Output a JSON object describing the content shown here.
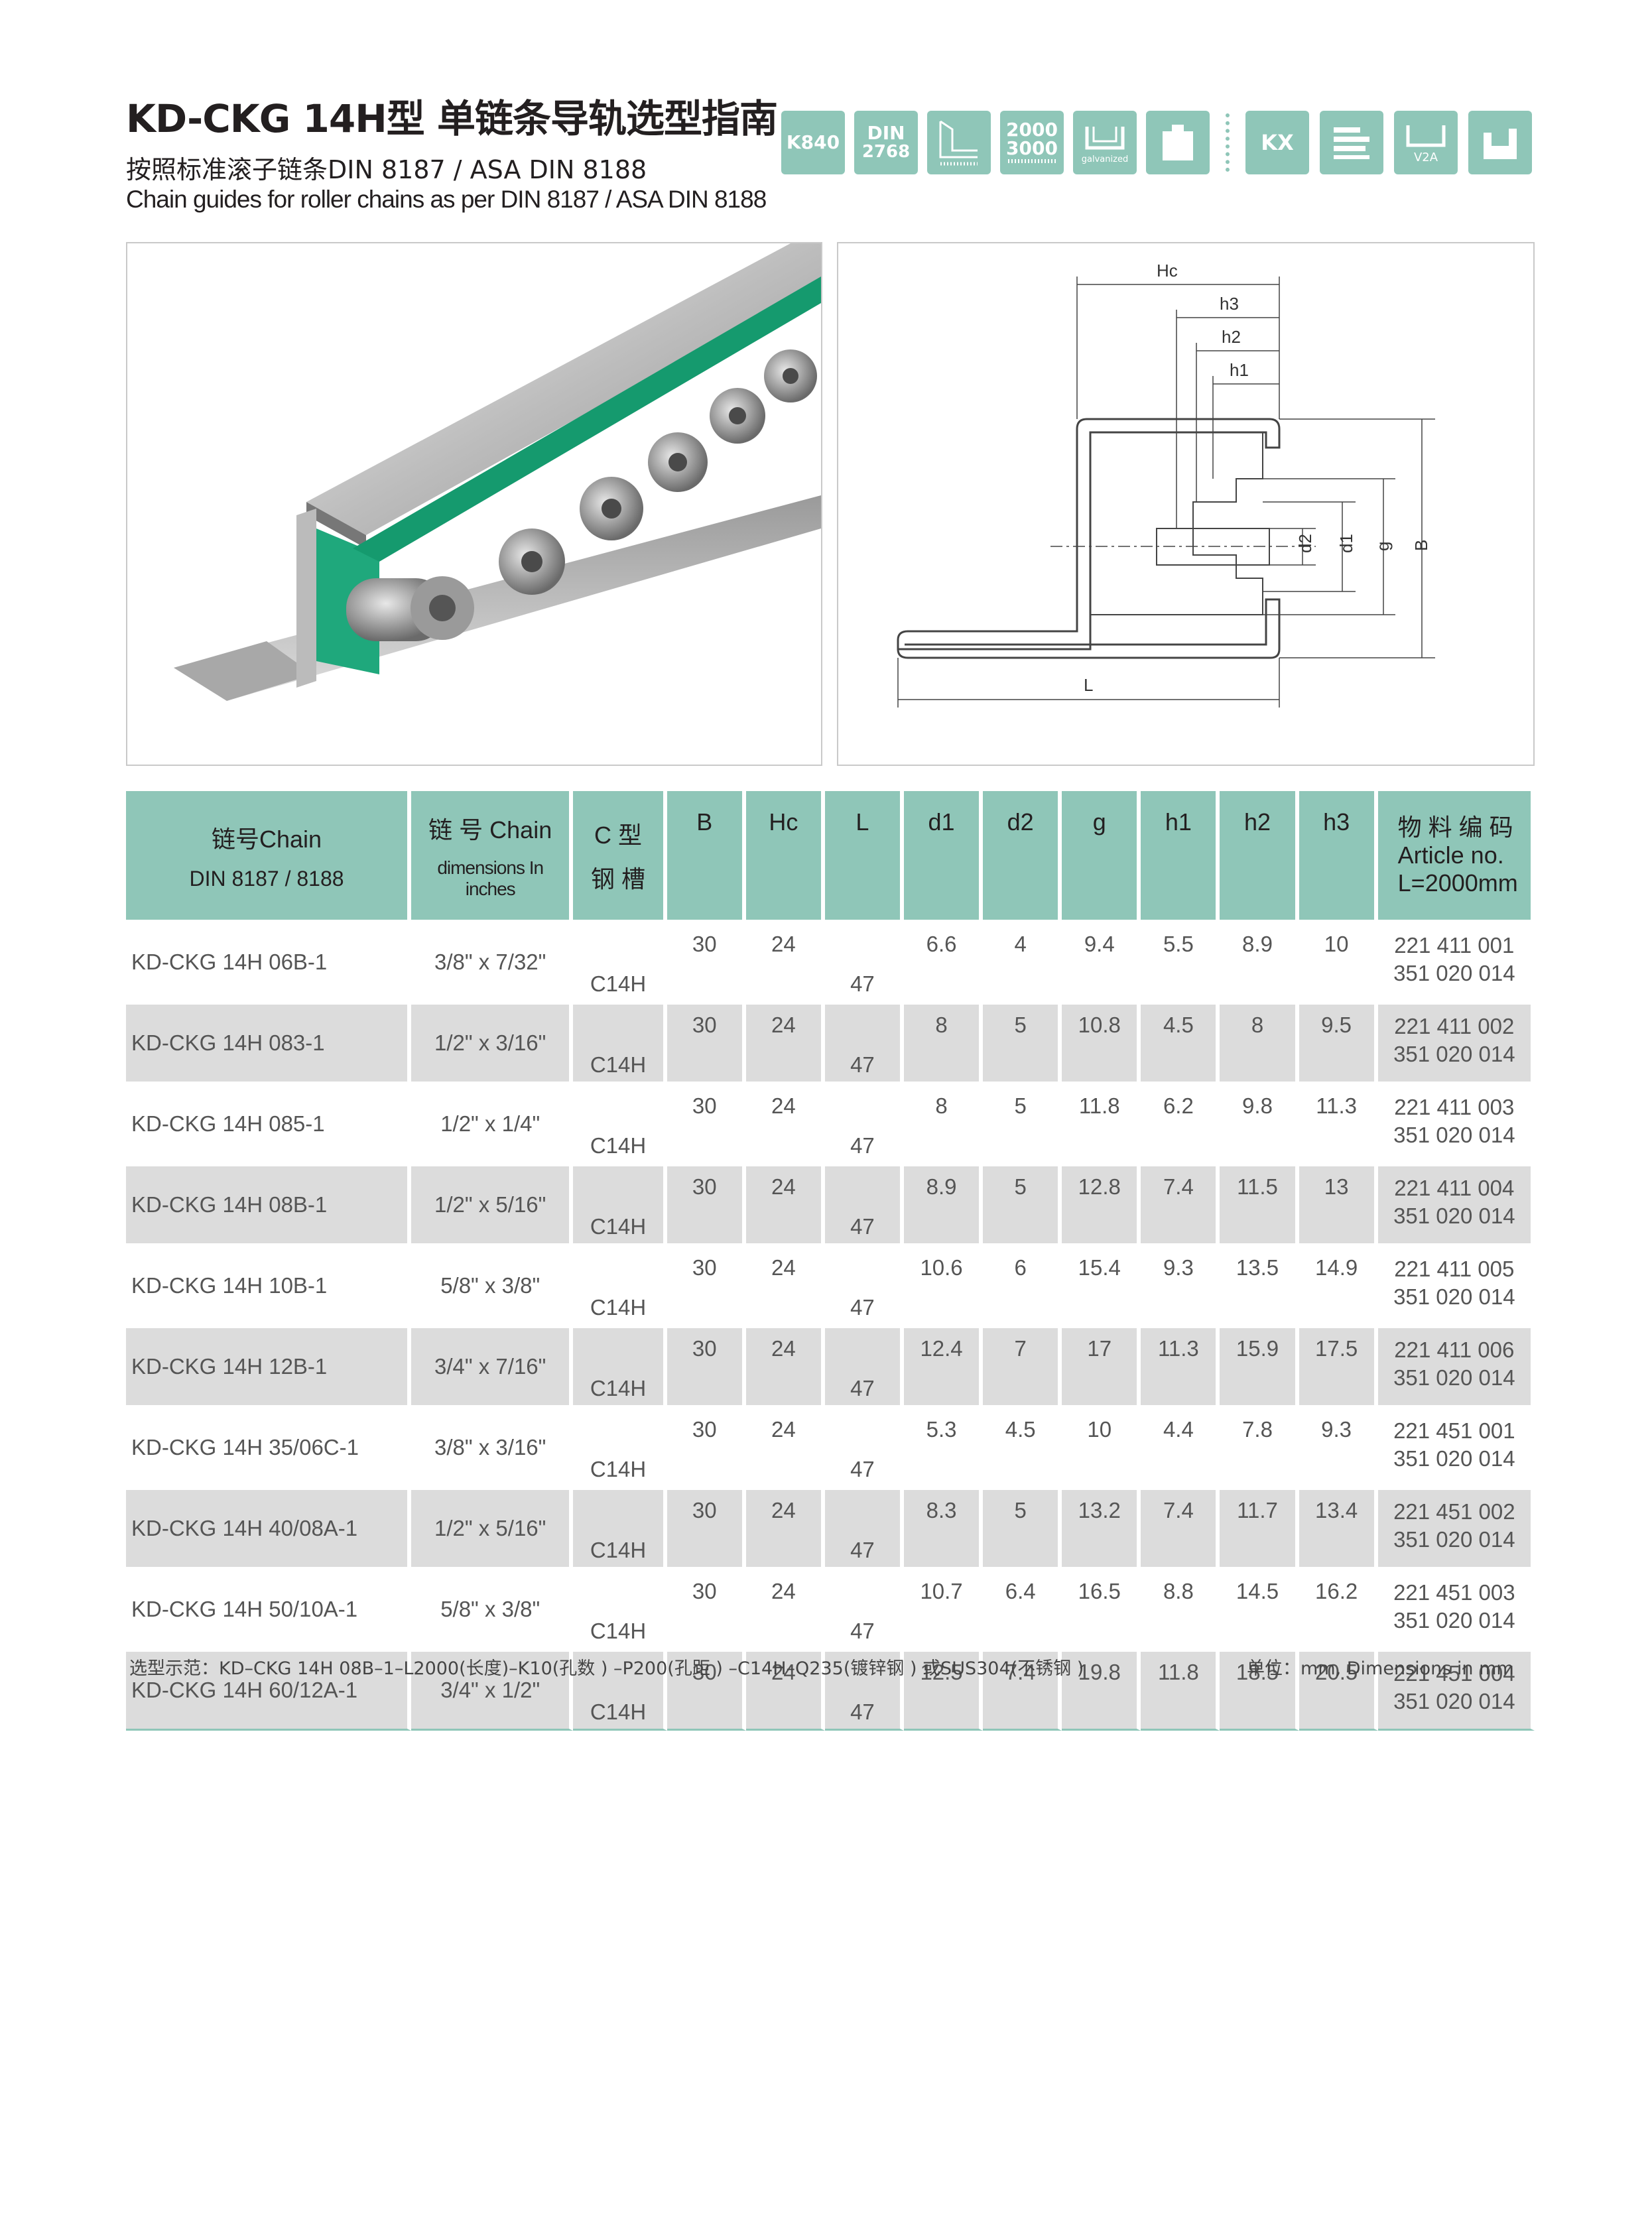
{
  "title": "KD-CKG 14H型 单链条导轨选型指南",
  "subtitle_cn": "按照标准滚子链条DIN 8187 / ASA DIN 8188",
  "subtitle_en": "Chain guides for roller chains as per DIN 8187 / ASA DIN 8188",
  "badges": {
    "k840": "K840",
    "din_top": "DIN",
    "din_bottom": "2768",
    "len_top": "2000",
    "len_bottom": "3000",
    "galvanized": "galvanized",
    "kx": "KX",
    "v2a": "V2A",
    "icon_names": [
      "profile-icon",
      "length-icon",
      "galvanized-icon",
      "weight-icon",
      "stack-icon",
      "v2a-icon",
      "mount-icon"
    ],
    "color": "#8fc6b8"
  },
  "diagram_labels": {
    "hc": "Hc",
    "h3": "h3",
    "h2": "h2",
    "h1": "h1",
    "d2": "d2",
    "d1": "d1",
    "g": "g",
    "b": "B",
    "l": "L"
  },
  "table": {
    "headers": {
      "chain_1": "链号Chain",
      "chain_2": "DIN 8187 / 8188",
      "dim_1": "链 号 Chain",
      "dim_2": "dimensions In inches",
      "c_1": "C 型",
      "c_2": "钢 槽",
      "b": "B",
      "hc": "Hc",
      "l": "L",
      "d1": "d1",
      "d2": "d2",
      "g": "g",
      "h1": "h1",
      "h2": "h2",
      "h3": "h3",
      "art_1": "物 料 编 码",
      "art_2": "Article no.",
      "art_3": "L=2000mm"
    },
    "rows": [
      {
        "chain": "KD-CKG 14H 06B-1",
        "dim": "3/8\" x 7/32\"",
        "c": "C14H",
        "b": "30",
        "hc": "24",
        "l": "47",
        "d1": "6.6",
        "d2": "4",
        "g": "9.4",
        "h1": "5.5",
        "h2": "8.9",
        "h3": "10",
        "art1": "221 411 001",
        "art2": "351 020 014"
      },
      {
        "chain": "KD-CKG 14H 083-1",
        "dim": "1/2\" x 3/16\"",
        "c": "C14H",
        "b": "30",
        "hc": "24",
        "l": "47",
        "d1": "8",
        "d2": "5",
        "g": "10.8",
        "h1": "4.5",
        "h2": "8",
        "h3": "9.5",
        "art1": "221 411 002",
        "art2": "351 020 014"
      },
      {
        "chain": "KD-CKG 14H 085-1",
        "dim": "1/2\" x 1/4\"",
        "c": "C14H",
        "b": "30",
        "hc": "24",
        "l": "47",
        "d1": "8",
        "d2": "5",
        "g": "11.8",
        "h1": "6.2",
        "h2": "9.8",
        "h3": "11.3",
        "art1": "221 411 003",
        "art2": "351 020 014"
      },
      {
        "chain": "KD-CKG 14H 08B-1",
        "dim": "1/2\" x 5/16\"",
        "c": "C14H",
        "b": "30",
        "hc": "24",
        "l": "47",
        "d1": "8.9",
        "d2": "5",
        "g": "12.8",
        "h1": "7.4",
        "h2": "11.5",
        "h3": "13",
        "art1": "221 411 004",
        "art2": "351 020 014"
      },
      {
        "chain": "KD-CKG 14H 10B-1",
        "dim": "5/8\" x 3/8\"",
        "c": "C14H",
        "b": "30",
        "hc": "24",
        "l": "47",
        "d1": "10.6",
        "d2": "6",
        "g": "15.4",
        "h1": "9.3",
        "h2": "13.5",
        "h3": "14.9",
        "art1": "221 411 005",
        "art2": "351 020 014"
      },
      {
        "chain": "KD-CKG 14H 12B-1",
        "dim": "3/4\" x 7/16\"",
        "c": "C14H",
        "b": "30",
        "hc": "24",
        "l": "47",
        "d1": "12.4",
        "d2": "7",
        "g": "17",
        "h1": "11.3",
        "h2": "15.9",
        "h3": "17.5",
        "art1": "221 411 006",
        "art2": "351 020 014"
      },
      {
        "chain": "KD-CKG 14H 35/06C-1",
        "dim": "3/8\" x 3/16\"",
        "c": "C14H",
        "b": "30",
        "hc": "24",
        "l": "47",
        "d1": "5.3",
        "d2": "4.5",
        "g": "10",
        "h1": "4.4",
        "h2": "7.8",
        "h3": "9.3",
        "art1": "221 451 001",
        "art2": "351 020 014"
      },
      {
        "chain": "KD-CKG 14H 40/08A-1",
        "dim": "1/2\" x 5/16\"",
        "c": "C14H",
        "b": "30",
        "hc": "24",
        "l": "47",
        "d1": "8.3",
        "d2": "5",
        "g": "13.2",
        "h1": "7.4",
        "h2": "11.7",
        "h3": "13.4",
        "art1": "221 451 002",
        "art2": "351 020 014"
      },
      {
        "chain": "KD-CKG 14H 50/10A-1",
        "dim": "5/8\" x 3/8\"",
        "c": "C14H",
        "b": "30",
        "hc": "24",
        "l": "47",
        "d1": "10.7",
        "d2": "6.4",
        "g": "16.5",
        "h1": "8.8",
        "h2": "14.5",
        "h3": "16.2",
        "art1": "221 451 003",
        "art2": "351 020 014"
      },
      {
        "chain": "KD-CKG 14H 60/12A-1",
        "dim": "3/4\" x 1/2\"",
        "c": "C14H",
        "b": "30",
        "hc": "24",
        "l": "47",
        "d1": "12.5",
        "d2": "7.4",
        "g": "19.8",
        "h1": "11.8",
        "h2": "18.5",
        "h3": "20.5",
        "art1": "221 451 004",
        "art2": "351 020 014"
      }
    ]
  },
  "footer_left": "选型示范：KD–CKG 14H 08B–1–L2000(长度)–K10(孔数 ) –P200(孔距 ) –C14H–Q235(镀锌钢 ) 或SUS304(不锈钢 )",
  "footer_right": "单位：mm, Dimensions in mm"
}
